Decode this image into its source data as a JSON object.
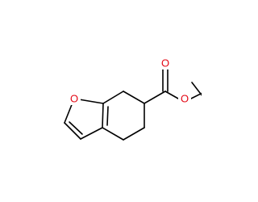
{
  "molecule": {
    "atoms": {
      "ring_oxygen": "O",
      "carbonyl_oxygen": "O",
      "ester_oxygen": "O"
    },
    "colors": {
      "bond": "#000000",
      "oxygen": "#e30613",
      "background": "#ffffff"
    }
  }
}
